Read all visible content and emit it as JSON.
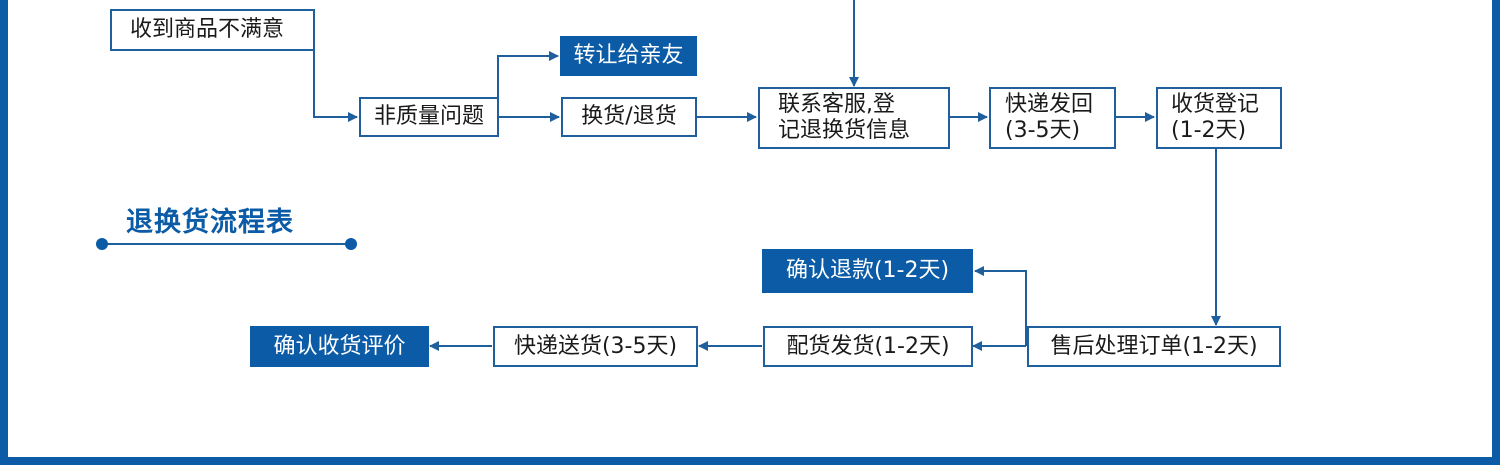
{
  "nodes": {
    "dissatisfied": "收到商品不满意",
    "non_quality": "非质量问题",
    "transfer": "转让给亲友",
    "exchange_return": "换货/退货",
    "contact_service_line1": "联系客服,登",
    "contact_service_line2": "记退换货信息",
    "express_return_line1": "快递发回",
    "express_return_line2": "(3-5天)",
    "receipt_register_line1": "收货登记",
    "receipt_register_line2": "(1-2天)",
    "confirm_refund": "确认退款(1-2天)",
    "after_sales_order": "售后处理订单(1-2天)",
    "ship_goods": "配货发货(1-2天)",
    "express_delivery": "快递送货(3-5天)",
    "confirm_receipt": "确认收货评价"
  },
  "legend": {
    "title": "退换货流程表"
  },
  "colors": {
    "primary": "#0b5ba6",
    "line": "#1f5f9d"
  }
}
